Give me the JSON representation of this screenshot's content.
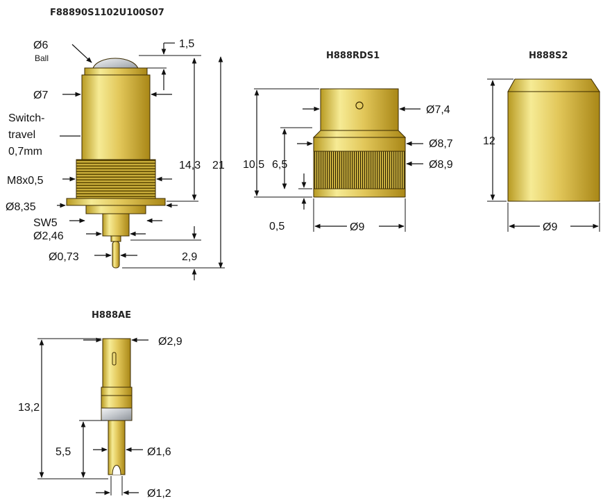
{
  "parts": {
    "main": {
      "title": "F88890S1102U100S07",
      "labels": {
        "ball_dia": "Ø6",
        "ball": "Ball",
        "top_offset": "1,5",
        "body_dia": "Ø7",
        "switch_travel": [
          "Switch-",
          "travel",
          "0,7mm"
        ],
        "thread": "M8x0,5",
        "flange_dia": "Ø8,35",
        "wrench": "SW5",
        "pin_dia": "Ø2,46",
        "tip_dia": "Ø0,73",
        "body_len": "14,3",
        "total_len": "21",
        "pin_len": "2,9"
      }
    },
    "rds": {
      "title": "H888RDS1",
      "labels": {
        "top_dia": "Ø7,4",
        "mid_dia": "Ø8,7",
        "knurl_dia": "Ø8,9",
        "height": "10,5",
        "knurl_h": "6,5",
        "base_off": "0,5",
        "base_dia": "Ø9"
      }
    },
    "s2": {
      "title": "H888S2",
      "labels": {
        "height": "12",
        "dia": "Ø9"
      }
    },
    "ae": {
      "title": "H888AE",
      "labels": {
        "top_dia": "Ø2,9",
        "total_h": "13,2",
        "pin_h": "5,5",
        "pin_dia": "Ø1,6",
        "tip_dia": "Ø1,2"
      }
    }
  },
  "colors": {
    "gold_light": "#f5e88a",
    "gold": "#dcc048",
    "gold_dark": "#a88616",
    "steel": "#c9cdd2"
  }
}
